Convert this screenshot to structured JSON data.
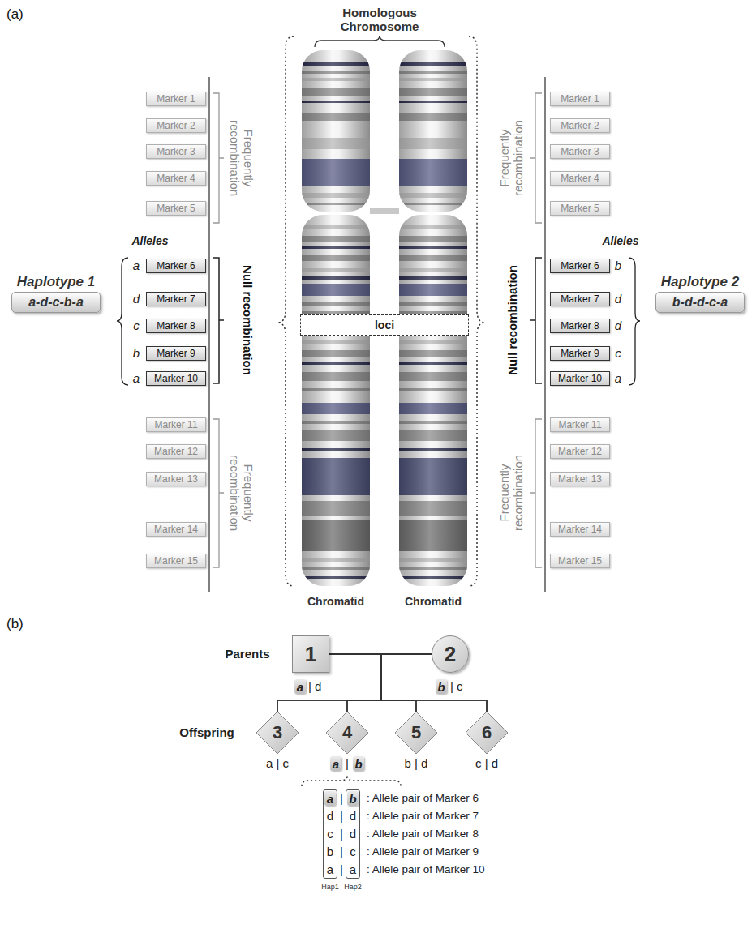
{
  "diagram": {
    "nodes": [
      {
        "text": [
          "Marker 1"
        ]
      },
      {
        "text": [
          "Marker 2"
        ]
      },
      {
        "text": [
          "Marker 3"
        ]
      },
      {
        "text": [
          "Marker 4"
        ]
      },
      {
        "text": [
          "Marker 5"
        ]
      },
      {
        "text": [
          "Marker 6"
        ]
      },
      {
        "text": [
          "Marker 7"
        ]
      },
      {
        "text": [
          "Marker 8"
        ]
      },
      {
        "text": [
          "Marker 9"
        ]
      },
      {
        "text": [
          "Marker 10"
        ]
      },
      {
        "text": [
          "Marker 11"
        ]
      },
      {
        "text": [
          "Marker 12"
        ]
      },
      {
        "text": [
          "Marker 13"
        ]
      },
      {
        "text": [
          "Marker 14"
        ]
      },
      {
        "text": [
          "Marker 15"
        ]
      },
      {
        "text": [
          "Haplotype 1",
          "a-d-c-b-a"
        ]
      },
      {
        "text": [
          "loci"
        ]
      },
      {
        "text": [
          "Marker 1"
        ]
      },
      {
        "text": [
          "Marker 2"
        ]
      },
      {
        "text": [
          "Marker 3"
        ]
      },
      {
        "text": [
          "Marker 4"
        ]
      },
      {
        "text": [
          "Marker 5"
        ]
      },
      {
        "text": [
          "Marker 6"
        ]
      },
      {
        "text": [
          "Marker 7"
        ]
      },
      {
        "text": [
          "Marker 8"
        ]
      },
      {
        "text": [
          "Marker 9"
        ]
      },
      {
        "text": [
          "Marker 10"
        ]
      },
      {
        "text": [
          "Marker 11"
        ]
      },
      {
        "text": [
          "Marker 12"
        ]
      },
      {
        "text": [
          "Marker 13"
        ]
      },
      {
        "text": [
          "Marker 14"
        ]
      },
      {
        "text": [
          "Marker 15"
        ]
      },
      {
        "text": [
          "Haplotype 2",
          "b-d-d-c-a"
        ]
      },
      {
        "text": [
          "1"
        ]
      },
      {
        "text": [
          "2"
        ]
      },
      {
        "text": [
          "a"
        ]
      },
      {
        "text": [
          "b"
        ]
      },
      {
        "text": [
          "3"
        ]
      },
      {
        "text": [
          "4"
        ]
      },
      {
        "text": [
          "5"
        ]
      },
      {
        "text": [
          "6"
        ]
      },
      {
        "text": [
          "a"
        ]
      },
      {
        "text": [
          "b"
        ]
      },
      {
        "text": [
          "d",
          "c",
          "b",
          "a"
        ]
      },
      {
        "text": [
          "a"
        ],
        "in": 43
      },
      {
        "text": [
          "d",
          "d",
          "c",
          "a"
        ]
      },
      {
        "text": [
          "b"
        ],
        "in": 45
      }
    ],
    "edges": [
      {
        "from": 33,
        "to": 34,
        "arrow": "none"
      },
      {
        "from": 33,
        "to": 37,
        "arrow": "none"
      },
      {
        "from": 33,
        "to": 38,
        "arrow": "none"
      },
      {
        "from": 33,
        "to": 39,
        "arrow": "none"
      },
      {
        "from": 33,
        "to": 40,
        "arrow": "none"
      },
      {
        "from": 34,
        "to": 37,
        "arrow": "none"
      },
      {
        "from": 34,
        "to": 38,
        "arrow": "none"
      },
      {
        "from": 34,
        "to": 39,
        "arrow": "none"
      },
      {
        "from": 34,
        "to": 40,
        "arrow": "none"
      }
    ],
    "labels": [
      "(a)",
      "Homologous Chromosome",
      "Frequently recombination",
      "Null recombination",
      "Frequently recombination",
      "Alleles",
      "a",
      "d",
      "c",
      "b",
      "a",
      "Frequently recombination",
      "Null recombination",
      "Frequently recombination",
      "Alleles",
      "b",
      "d",
      "d",
      "c",
      "a",
      "Chromatid",
      "Chromatid",
      "(b)",
      "Parents",
      "| d",
      "| c",
      "Offspring",
      "a | c",
      "|",
      "b | d",
      "c | d",
      "|",
      ": Allele pair of Marker 6",
      "|",
      ": Allele pair of Marker 7",
      "|",
      ": Allele pair of Marker 8",
      "|",
      ": Allele pair of Marker 9",
      "|",
      ": Allele pair of Marker 10",
      "Hap1",
      "Hap2"
    ]
  }
}
